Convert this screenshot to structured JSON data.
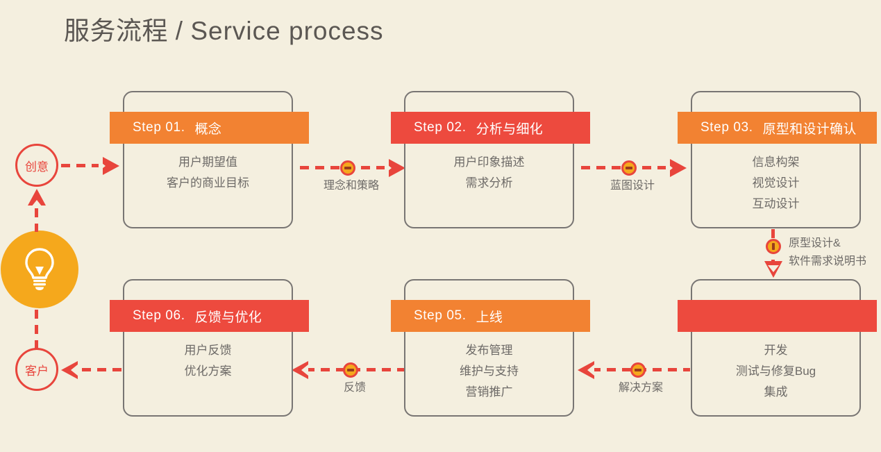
{
  "title": {
    "cn": "服务流程",
    "separator": " / ",
    "en": "Service process"
  },
  "colors": {
    "background": "#f4efdf",
    "orange_header": "#f28232",
    "red_header": "#ed4a3e",
    "amber": "#f5a81c",
    "connector_red": "#e8453c",
    "box_border": "#787573",
    "body_text": "#6d6a67"
  },
  "endpoints": {
    "idea": "创意",
    "client": "客户",
    "bulb_icon": "lightbulb-icon"
  },
  "steps": [
    {
      "id": "step-01",
      "num": "Step 01.",
      "name": "概念",
      "header_color": "orange",
      "lines": [
        "用户期望值",
        "客户的商业目标"
      ]
    },
    {
      "id": "step-02",
      "num": "Step 02.",
      "name": "分析与细化",
      "header_color": "red",
      "lines": [
        "用户印象描述",
        "需求分析"
      ]
    },
    {
      "id": "step-03",
      "num": "Step 03.",
      "name": "原型和设计确认",
      "header_color": "orange",
      "lines": [
        "信息构架",
        "视觉设计",
        "互动设计"
      ]
    },
    {
      "id": "step-04",
      "num": "",
      "name": "",
      "header_color": "red",
      "lines": [
        "开发",
        "测试与修复Bug",
        "集成"
      ]
    },
    {
      "id": "step-05",
      "num": "Step 05.",
      "name": "上线",
      "header_color": "orange",
      "lines": [
        "发布管理",
        "维护与支持",
        "营销推广"
      ]
    },
    {
      "id": "step-06",
      "num": "Step 06.",
      "name": "反馈与优化",
      "header_color": "red",
      "lines": [
        "用户反馈",
        "优化方案"
      ]
    }
  ],
  "connectors": {
    "idea_to_step01": "",
    "step01_to_step02": "理念和策略",
    "step02_to_step03": "蓝图设计",
    "step03_to_step04_line1": "原型设计&",
    "step03_to_step04_line2": "软件需求说明书",
    "step04_to_step05": "解决方案",
    "step05_to_step06": "反馈",
    "step06_to_client": "",
    "bulb_to_idea": "",
    "client_to_bulb": ""
  }
}
